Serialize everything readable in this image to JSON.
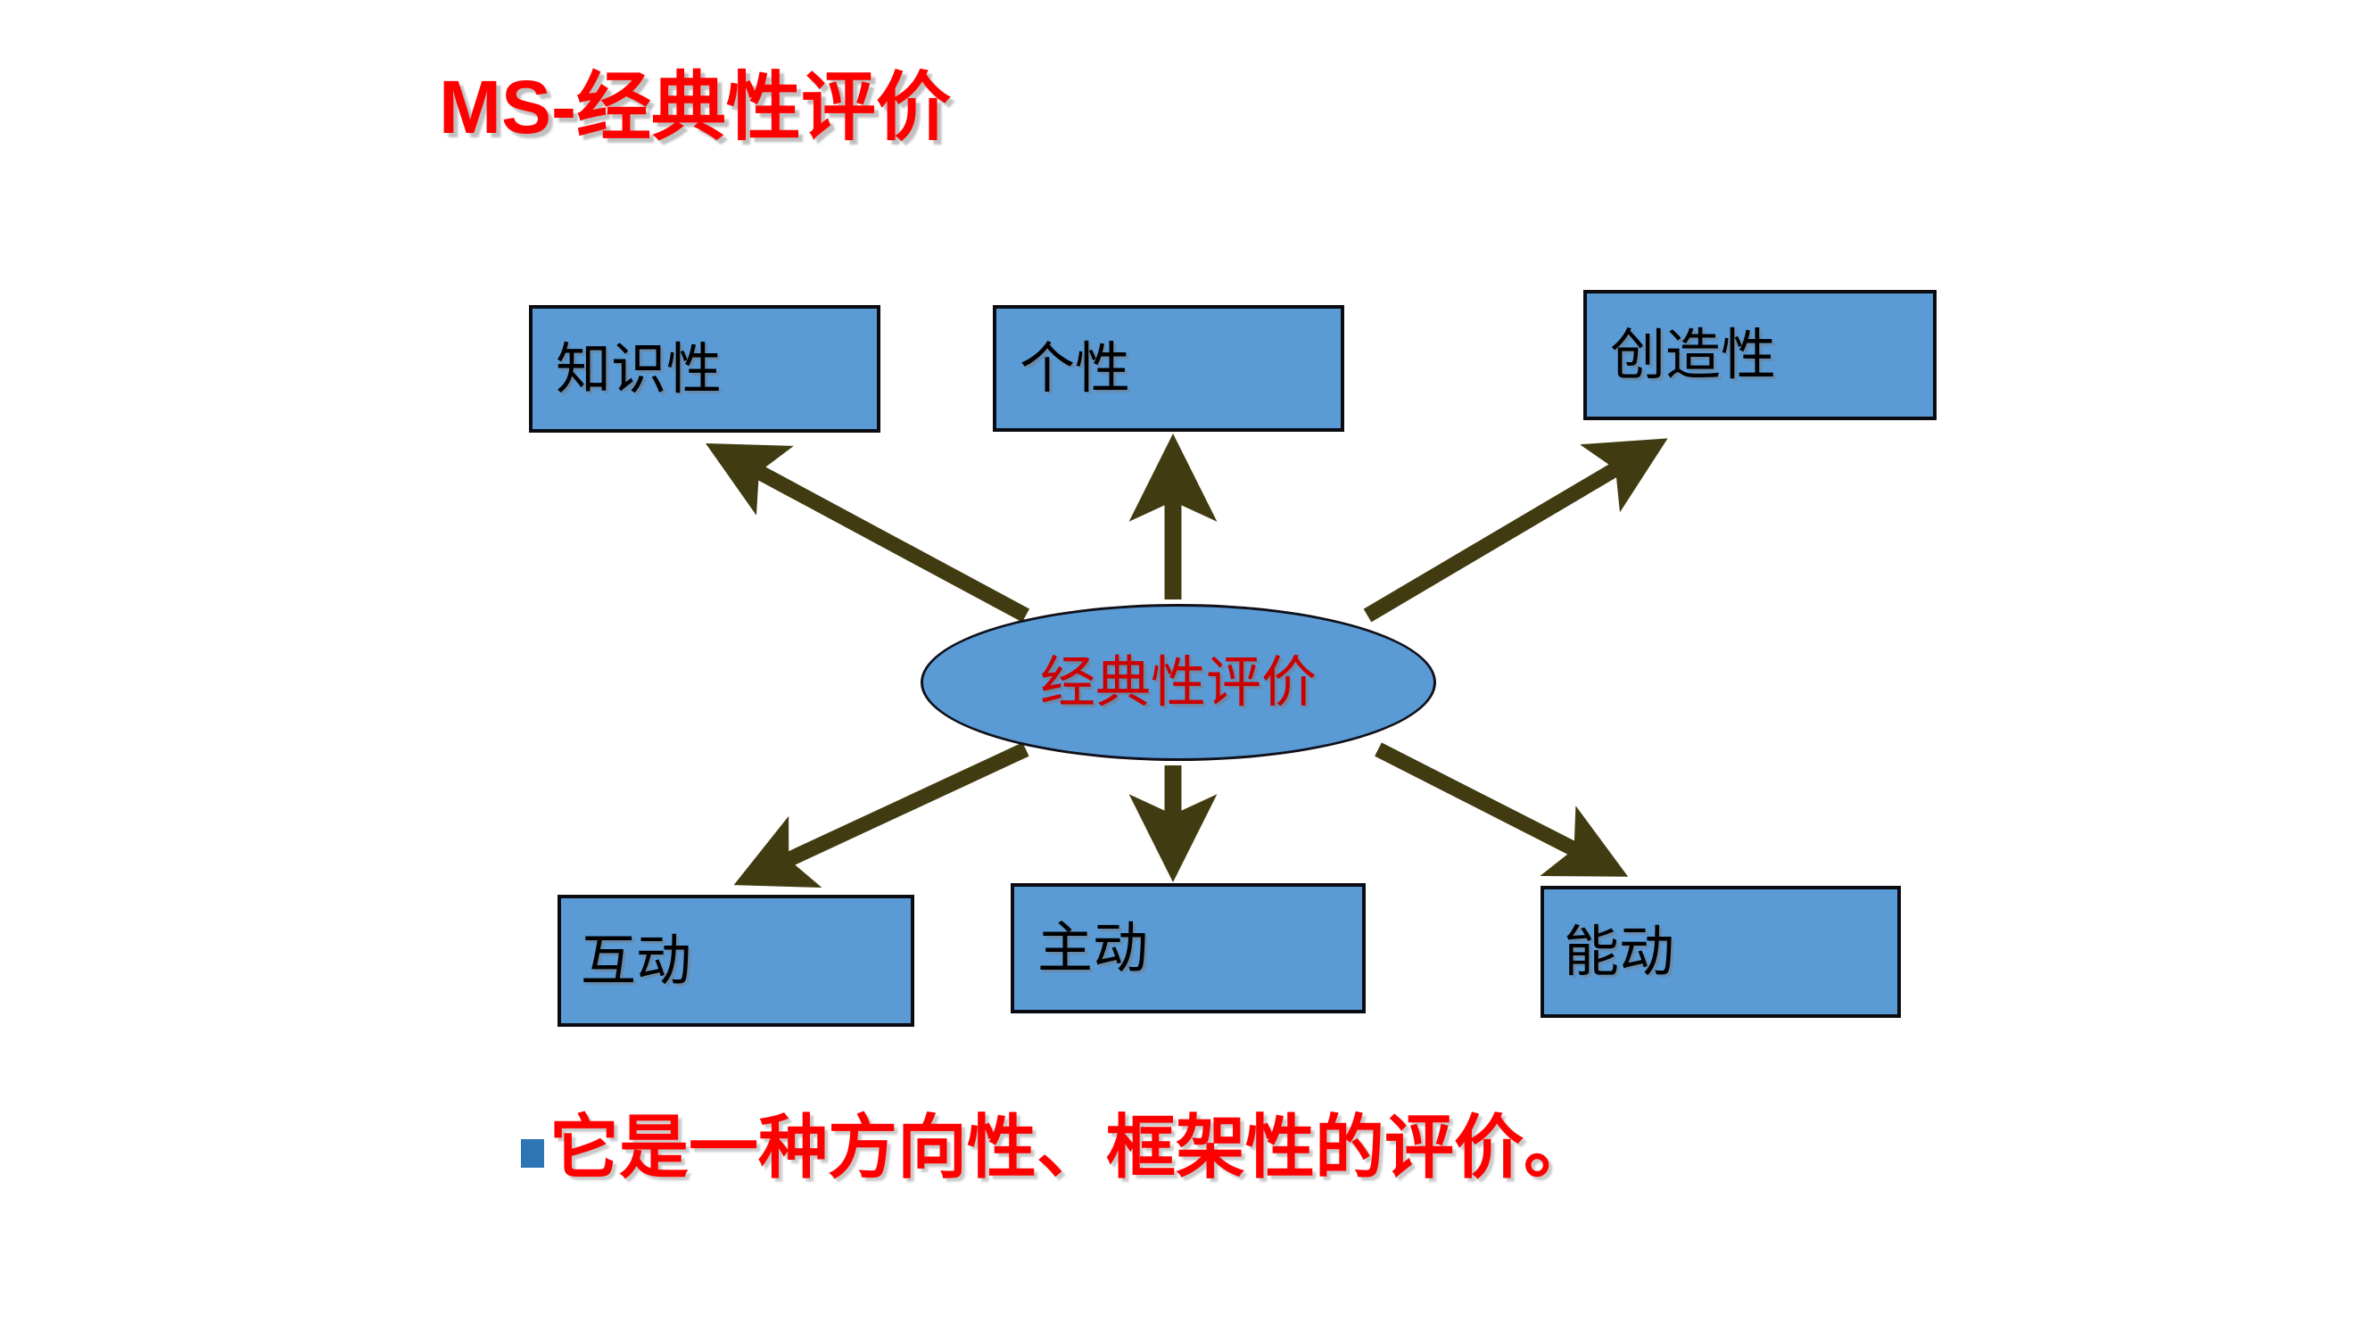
{
  "slide": {
    "title": "MS-经典性评价",
    "background_color": "#FFFFFF",
    "title_color": "#FF0000"
  },
  "diagram": {
    "center": {
      "label": "经典性评价",
      "shape": "ellipse",
      "fill_color": "#5B9BD5",
      "text_color": "#CC0000",
      "border_color": "#000000"
    },
    "arrow_color": "#413B11",
    "node_fill_color": "#5B9BD5",
    "node_border_color": "#000000",
    "node_text_color": "#000000",
    "nodes": [
      {
        "id": "zhishixing",
        "label": "知识性",
        "position": "top-left"
      },
      {
        "id": "gexing",
        "label": "个性",
        "position": "top-center"
      },
      {
        "id": "chuangzao",
        "label": "创造性",
        "position": "top-right"
      },
      {
        "id": "hudong",
        "label": "互动",
        "position": "bottom-left"
      },
      {
        "id": "zhudong",
        "label": "主动",
        "position": "bottom-center"
      },
      {
        "id": "nengdong",
        "label": "能动",
        "position": "bottom-right"
      }
    ]
  },
  "bullet": {
    "marker": "square-bullet",
    "marker_color": "#2E75B6",
    "text": "它是一种方向性、框架性的评价。",
    "text_color": "#FF0000"
  }
}
